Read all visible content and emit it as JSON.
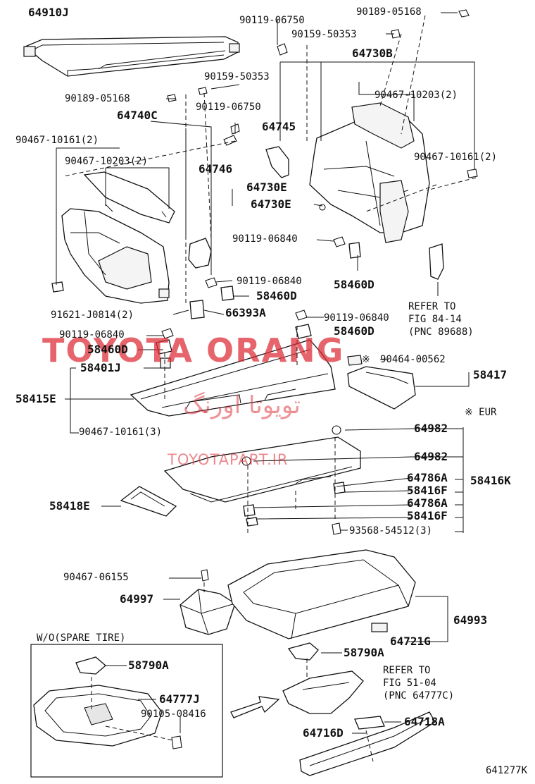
{
  "parts": {
    "p64910J": "64910J",
    "p90119_06750_top": "90119-06750",
    "p90189_05168_top": "90189-05168",
    "p90159_50353_top": "90159-50353",
    "p64730B": "64730B",
    "p90159_50353_left": "90159-50353",
    "p90189_05168_left": "90189-05168",
    "p90467_10203_right": "90467-10203(2)",
    "p64740C": "64740C",
    "p64745": "64745",
    "p90119_06750_mid": "90119-06750",
    "p90467_10161_left": "90467-10161(2)",
    "p90467_10161_right": "90467-10161(2)",
    "p90467_10203_left": "90467-10203(2)",
    "p64746": "64746",
    "p64730E_1": "64730E",
    "p64730E_2": "64730E",
    "p90119_06840_a": "90119-06840",
    "p58460D_a": "58460D",
    "p90119_06840_b": "90119-06840",
    "p58460D_b": "58460D",
    "p91621_J0814": "91621-J0814(2)",
    "p66393A": "66393A",
    "p90119_06840_c": "90119-06840",
    "p58460D_c": "58460D",
    "p90119_06840_d": "90119-06840",
    "p58460D_d": "58460D",
    "p58401J": "58401J",
    "p90464_00562": "90464-00562",
    "p58417": "58417",
    "p58415E": "58415E",
    "p90467_10161_3": "90467-10161(3)",
    "p64982_a": "64982",
    "p64982_b": "64982",
    "p64786A_a": "64786A",
    "p58416F_a": "58416F",
    "p58416K": "58416K",
    "p64786A_b": "64786A",
    "p58416F_b": "58416F",
    "p58418E": "58418E",
    "p93568_54512": "93568-54512(3)",
    "p90467_06155": "90467-06155",
    "p64997": "64997",
    "p64993": "64993",
    "p64721G": "64721G",
    "p58790A_a": "58790A",
    "p58790A_b": "58790A",
    "p64777J": "64777J",
    "p90105_08416": "90105-08416",
    "p64718A": "64718A",
    "p64716D": "64716D"
  },
  "refs": {
    "ref1_line1": "REFER TO",
    "ref1_line2": "FIG 84-14",
    "ref1_line3": "(PNC 89688)",
    "ref2_line1": "REFER TO",
    "ref2_line2": "FIG 51-04",
    "ref2_line3": "(PNC 64777C)"
  },
  "notes": {
    "eur_note": "※ EUR",
    "eur_mark": "※",
    "spare_tire_box_title": "W/O(SPARE TIRE)",
    "diagram_code": "641277K"
  },
  "watermarks": {
    "brand": "TOYOTA ORANG",
    "site": "TOYOTAPART.IR",
    "persian": "تویوتا اورنگ"
  },
  "colors": {
    "watermark": "#dc2832",
    "ink": "#111111"
  }
}
